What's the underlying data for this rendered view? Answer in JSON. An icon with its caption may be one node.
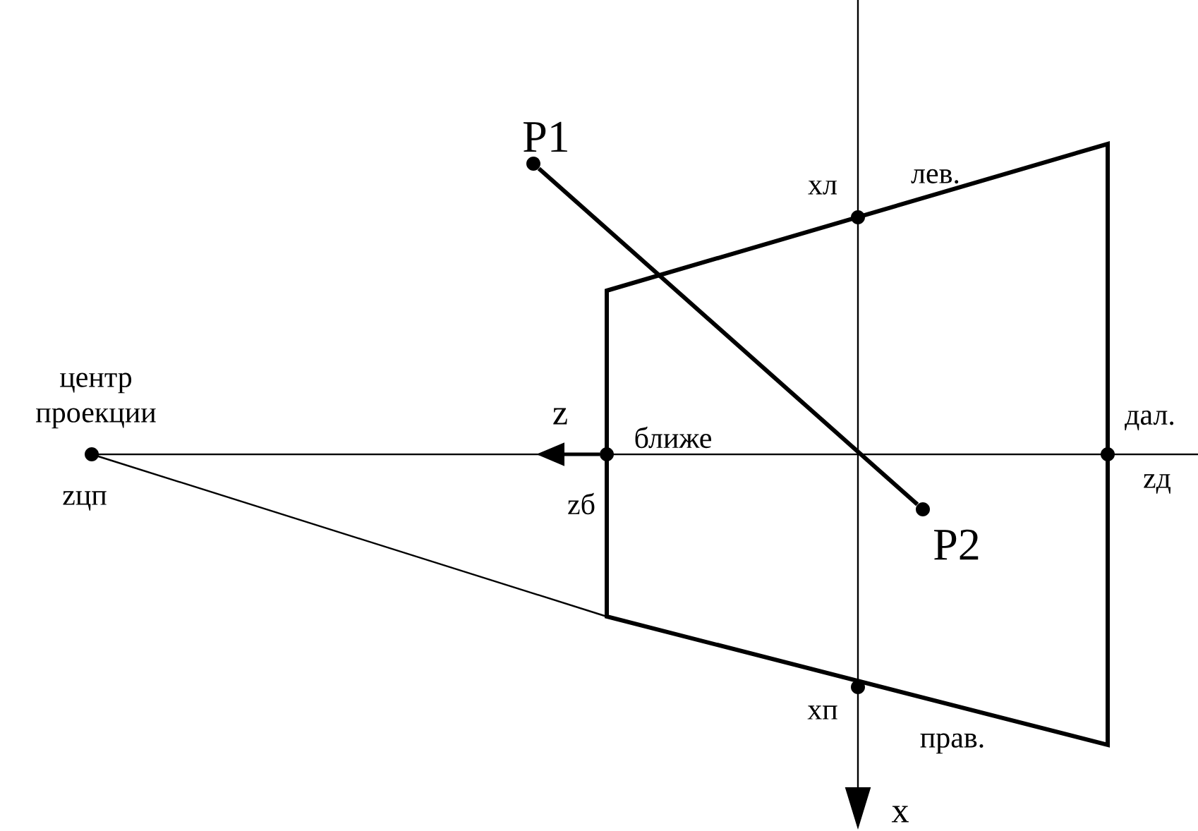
{
  "diagram": {
    "nodes": [
      {
        "text": [],
        "shape": "circle",
        "beside": [
          "P1"
        ]
      },
      {
        "text": [],
        "shape": "circle",
        "beside": [
          "xл"
        ]
      },
      {
        "text": [],
        "shape": "circle",
        "beside": [
          "центр проекции",
          "zцп"
        ]
      },
      {
        "text": [],
        "shape": "circle",
        "beside": [
          "zб"
        ]
      },
      {
        "text": [],
        "shape": "circle",
        "beside": [
          "zд"
        ]
      },
      {
        "text": [],
        "shape": "circle",
        "beside": [
          "P2"
        ]
      },
      {
        "text": [],
        "shape": "circle",
        "beside": [
          "xп"
        ]
      }
    ],
    "edges": [
      {
        "from": 0,
        "to": 5,
        "arrow": "none"
      }
    ],
    "labels": [
      "лев.",
      "z",
      "ближе",
      "дал.",
      "прав.",
      "x"
    ]
  }
}
